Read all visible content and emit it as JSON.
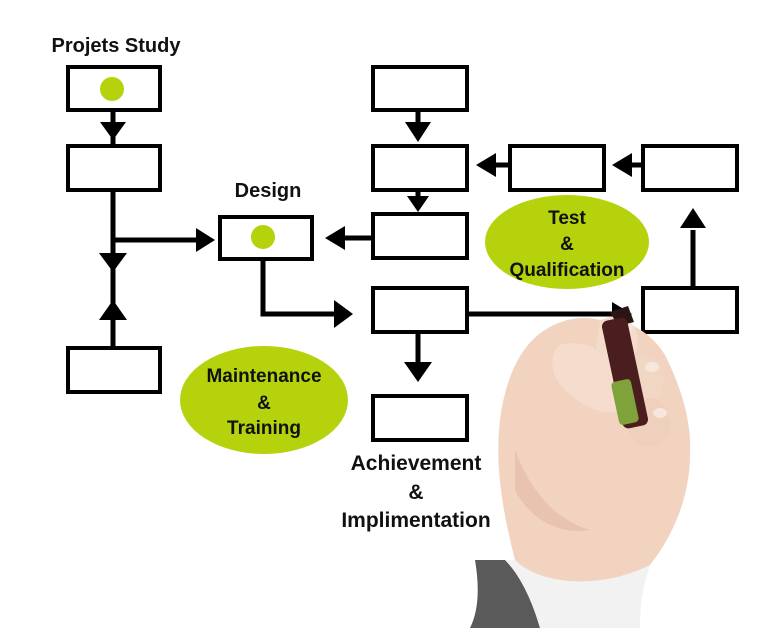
{
  "labels": {
    "projects_study": "Projets Study",
    "design": "Design",
    "test": {
      "line1": "Test",
      "line2": "&",
      "line3": "Qualification"
    },
    "maintenance": {
      "line1": "Maintenance",
      "line2": "&",
      "line3": "Training"
    },
    "achievement": {
      "line1": "Achievement",
      "line2": "&",
      "line3": "Implimentation"
    }
  },
  "colors": {
    "accent_green": "#b5d20c",
    "stroke": "#000000",
    "background": "#ffffff",
    "marker_body": "#4a1e1e",
    "marker_label": "#7fa33a"
  },
  "icons": [
    "hand-holding-marker",
    "green-dot"
  ]
}
